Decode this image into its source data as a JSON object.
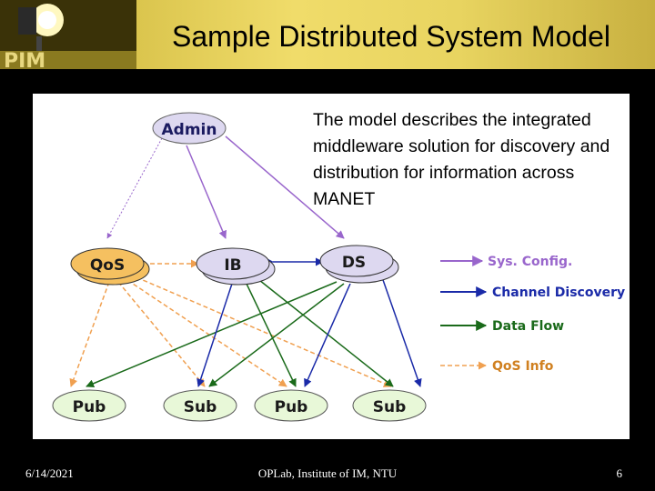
{
  "slide": {
    "title": "Sample Distributed System Model",
    "description": "The model describes the integrated middleware solution for discovery and distribution for information across MANET"
  },
  "nodes": {
    "admin": "Admin",
    "qos": "QoS",
    "ib": "IB",
    "ds": "DS",
    "pub1": "Pub",
    "sub1": "Sub",
    "pub2": "Pub",
    "sub2": "Sub"
  },
  "legend": {
    "sys_config": "Sys. Config.",
    "channel_discovery": "Channel Discovery",
    "data_flow": "Data Flow",
    "qos_info": "QoS Info"
  },
  "colors": {
    "sys_config": "#9966cc",
    "channel_discovery": "#1a2aa8",
    "data_flow": "#1a6a1a",
    "qos_info": "#f0a050",
    "node_fill": "#ddd8f0",
    "qos_fill": "#f5c060",
    "pub_sub_fill": "#e8f8d8"
  },
  "footer": {
    "date": "6/14/2021",
    "org": "OPLab, Institute of IM, NTU",
    "page": "6"
  }
}
